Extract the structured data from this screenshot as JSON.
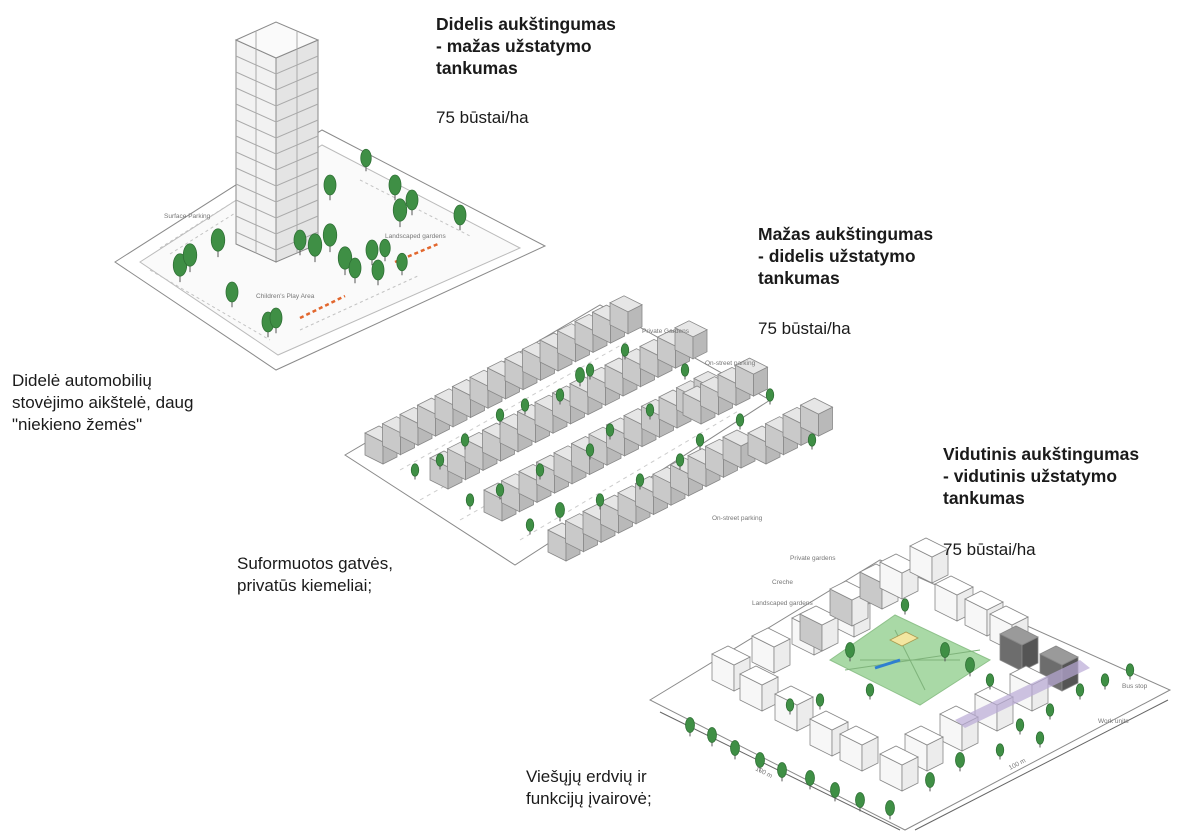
{
  "scenarios": [
    {
      "title_line1": "Didelis aukštingumas",
      "title_line2": "- mažas užstatymo",
      "title_line3": "tankumas",
      "density": "75 būstai/ha",
      "caption_lines": [
        "Didelė automobilių",
        "stovėjimo aikštelė, daug",
        "\"niekieno žemės\""
      ]
    },
    {
      "title_line1": "Mažas aukštingumas",
      "title_line2": "- didelis užstatymo",
      "title_line3": "tankumas",
      "density": "75 būstai/ha",
      "caption_lines": [
        "Suformuotos gatvės,",
        "privatūs kiemeliai;"
      ]
    },
    {
      "title_line1": "Vidutinis aukštingumas",
      "title_line2": "- vidutinis užstatymo",
      "title_line3": "tankumas",
      "density": "75 būstai/ha",
      "caption_lines": [
        "Viešųjų erdvių ir",
        "funkcijų įvairovė;"
      ]
    }
  ],
  "diagram_labels": {
    "tower": [
      "Surface Parking",
      "Landscaped gardens",
      "Children's Play Area"
    ],
    "terrace": [
      "Private Gardens",
      "On-street parking",
      "On-street parking"
    ],
    "block": [
      "Private gardens",
      "Creche",
      "Landscaped gardens",
      "Bus stop",
      "Work units",
      "100 m",
      "100 m"
    ]
  },
  "colors": {
    "tree": "#3f8f45",
    "tree_dark": "#2f6f35",
    "building_gray": "#c9c9c9",
    "building_white": "#f7f7f7",
    "building_dark": "#6d6d6d",
    "accent_purple": "#b9a9d6",
    "square_green": "#a9d9a6",
    "water_blue": "#2f7fd0",
    "creche_yellow": "#f3e6a0",
    "path_orange": "#e2672e"
  }
}
